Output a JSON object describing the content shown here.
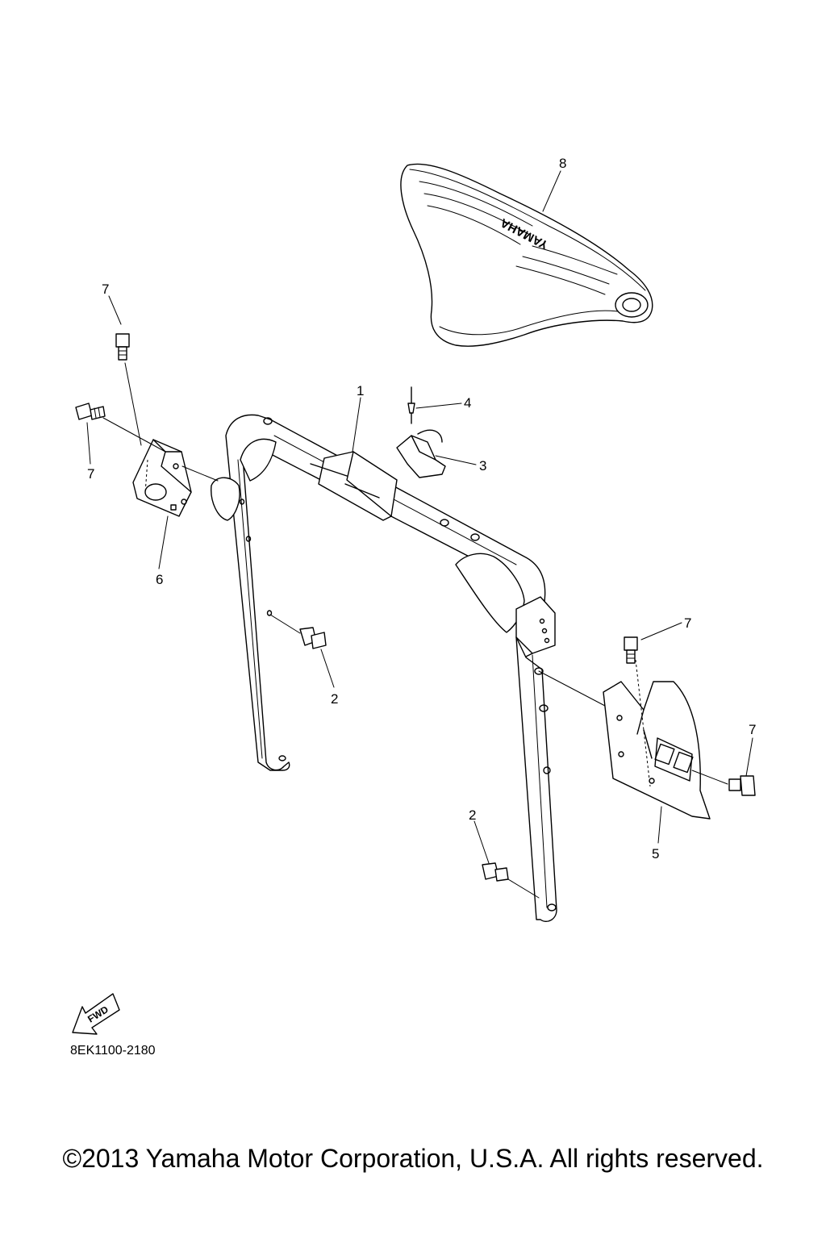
{
  "diagram": {
    "callouts": [
      {
        "id": "c8",
        "label": "8"
      },
      {
        "id": "c7a",
        "label": "7"
      },
      {
        "id": "c7b",
        "label": "7"
      },
      {
        "id": "c1",
        "label": "1"
      },
      {
        "id": "c4",
        "label": "4"
      },
      {
        "id": "c3",
        "label": "3"
      },
      {
        "id": "c6",
        "label": "6"
      },
      {
        "id": "c2a",
        "label": "2"
      },
      {
        "id": "c7c",
        "label": "7"
      },
      {
        "id": "c7d",
        "label": "7"
      },
      {
        "id": "c2b",
        "label": "2"
      },
      {
        "id": "c5",
        "label": "5"
      }
    ],
    "seat_brand": "YAMAHA",
    "fwd_label": "FWD",
    "part_code": "8EK1100-2180"
  },
  "footer": {
    "copyright": "©2013 Yamaha Motor Corporation, U.S.A. All rights reserved."
  }
}
